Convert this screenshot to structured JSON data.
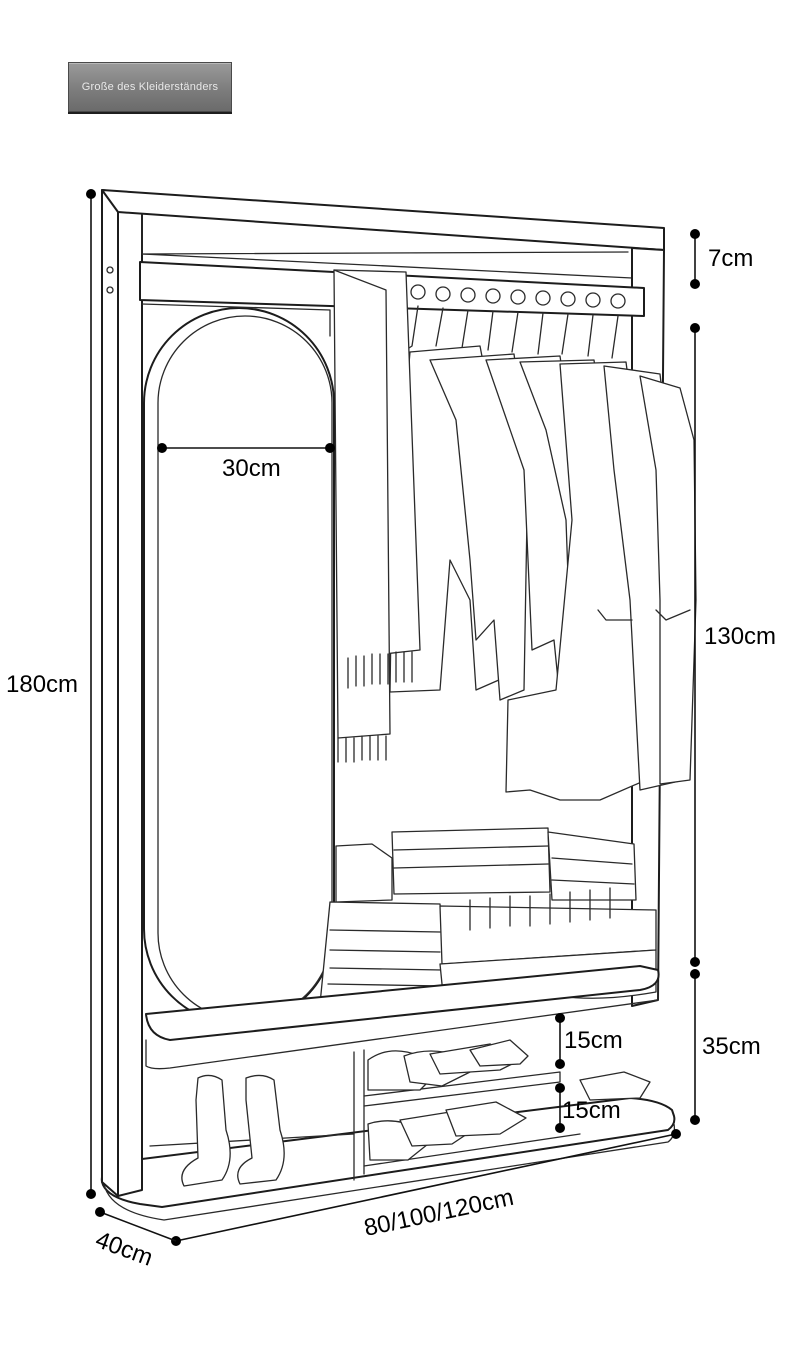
{
  "badge": {
    "text": "Große des Kleiderständers"
  },
  "dimensions": {
    "total_height": "180cm",
    "top_gap": "7cm",
    "hanging_height": "130cm",
    "mirror_width": "30cm",
    "bench_height": "35cm",
    "shelf_upper": "15cm",
    "shelf_lower": "15cm",
    "width_options": "80/100/120cm",
    "depth": "40cm"
  }
}
